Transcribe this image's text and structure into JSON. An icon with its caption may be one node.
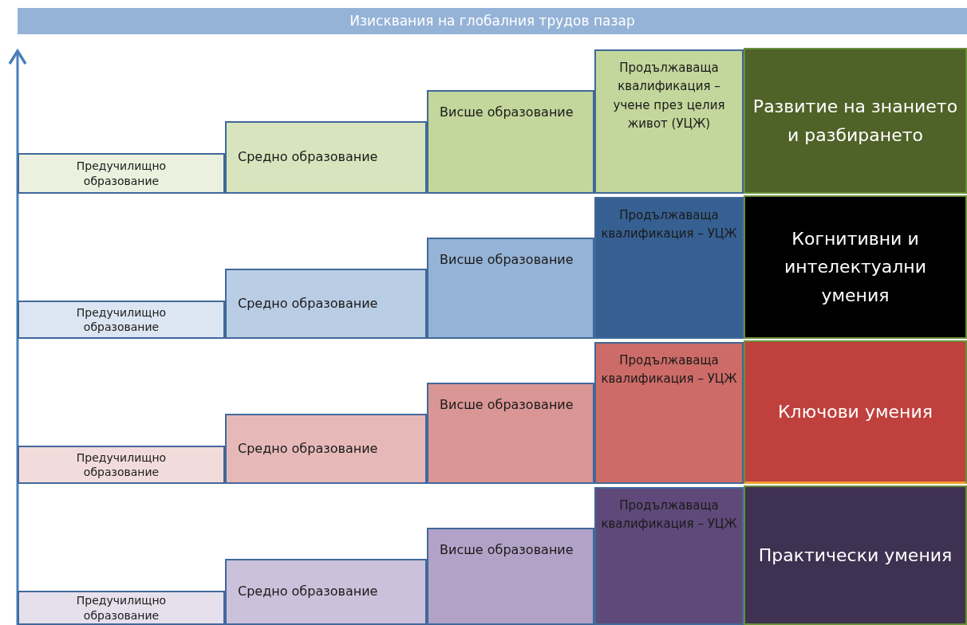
{
  "diagram": {
    "nodes": [
      {
        "text": [
          "Изисквания на глобалния трудов пазар"
        ]
      },
      {
        "text": [
          "Предучилищно образование"
        ]
      },
      {
        "text": [
          "Средно образование"
        ]
      },
      {
        "text": [
          "Висше образование"
        ]
      },
      {
        "text": [
          "Продължаваща квалификация – учене през целия живот (УЦЖ)"
        ]
      },
      {
        "text": [
          "Развитие на знанието и разбирането"
        ]
      },
      {
        "text": [
          "Предучилищно образование"
        ]
      },
      {
        "text": [
          "Средно образование"
        ]
      },
      {
        "text": [
          "Висше образование"
        ]
      },
      {
        "text": [
          "Продължаваща квалификация – УЦЖ"
        ]
      },
      {
        "text": [
          "Когнитивни и интелектуални умения"
        ]
      },
      {
        "text": [
          "Предучилищно образование"
        ]
      },
      {
        "text": [
          "Средно образование"
        ]
      },
      {
        "text": [
          "Висше образование"
        ]
      },
      {
        "text": [
          "Продължаваща квалификация – УЦЖ"
        ]
      },
      {
        "text": [
          "Ключови умения"
        ]
      },
      {
        "text": [
          "Предучилищно образование"
        ]
      },
      {
        "text": [
          "Средно образование"
        ]
      },
      {
        "text": [
          "Висше образование"
        ]
      },
      {
        "text": [
          "Продължаваща квалификация – УЦЖ"
        ]
      },
      {
        "text": [
          "Практически умения"
        ]
      }
    ]
  }
}
